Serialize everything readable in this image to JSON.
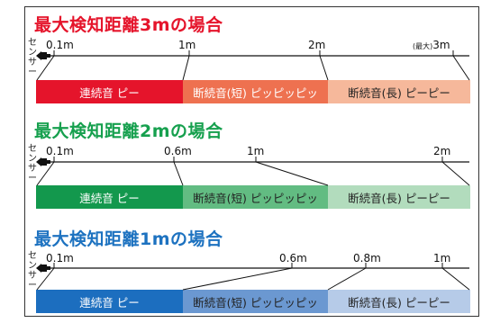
{
  "sensor_label": "センサー",
  "sections": [
    {
      "title": "最大検知距離3mの場合",
      "title_color": "#e5142b",
      "ticks": [
        {
          "label": "0.1m",
          "prefix": ""
        },
        {
          "label": "1m",
          "prefix": ""
        },
        {
          "label": "2m",
          "prefix": ""
        },
        {
          "label": "3m",
          "prefix": "(最大)"
        }
      ],
      "segments": [
        {
          "label": "連続音 ピー",
          "color": "#e5142b",
          "text_color": "#ffffff"
        },
        {
          "label": "断続音(短) ピッピッピッ",
          "color": "#ee7150",
          "text_color": "#ffffff"
        },
        {
          "label": "断続音(長) ピーピー",
          "color": "#f6b89b",
          "text_color": "#222222"
        }
      ]
    },
    {
      "title": "最大検知距離2mの場合",
      "title_color": "#16a04e",
      "ticks": [
        {
          "label": "0.1m",
          "prefix": ""
        },
        {
          "label": "0.6m",
          "prefix": ""
        },
        {
          "label": "1m",
          "prefix": ""
        },
        {
          "label": "2m",
          "prefix": ""
        }
      ],
      "segments": [
        {
          "label": "連続音 ピー",
          "color": "#13984d",
          "text_color": "#ffffff"
        },
        {
          "label": "断続音(短) ピッピッピッ",
          "color": "#62bc82",
          "text_color": "#222222"
        },
        {
          "label": "断続音(長) ピーピー",
          "color": "#b2dcbd",
          "text_color": "#222222"
        }
      ]
    },
    {
      "title": "最大検知距離1mの場合",
      "title_color": "#1d72c0",
      "ticks": [
        {
          "label": "0.1m",
          "prefix": ""
        },
        {
          "label": "0.6m",
          "prefix": ""
        },
        {
          "label": "0.8m",
          "prefix": ""
        },
        {
          "label": "1m",
          "prefix": ""
        }
      ],
      "segments": [
        {
          "label": "連続音 ピー",
          "color": "#1c6ebf",
          "text_color": "#ffffff"
        },
        {
          "label": "断続音(短) ピッピッピッ",
          "color": "#6b98d1",
          "text_color": "#222222"
        },
        {
          "label": "断続音(長) ピーピー",
          "color": "#b6cbe8",
          "text_color": "#222222"
        }
      ]
    }
  ]
}
